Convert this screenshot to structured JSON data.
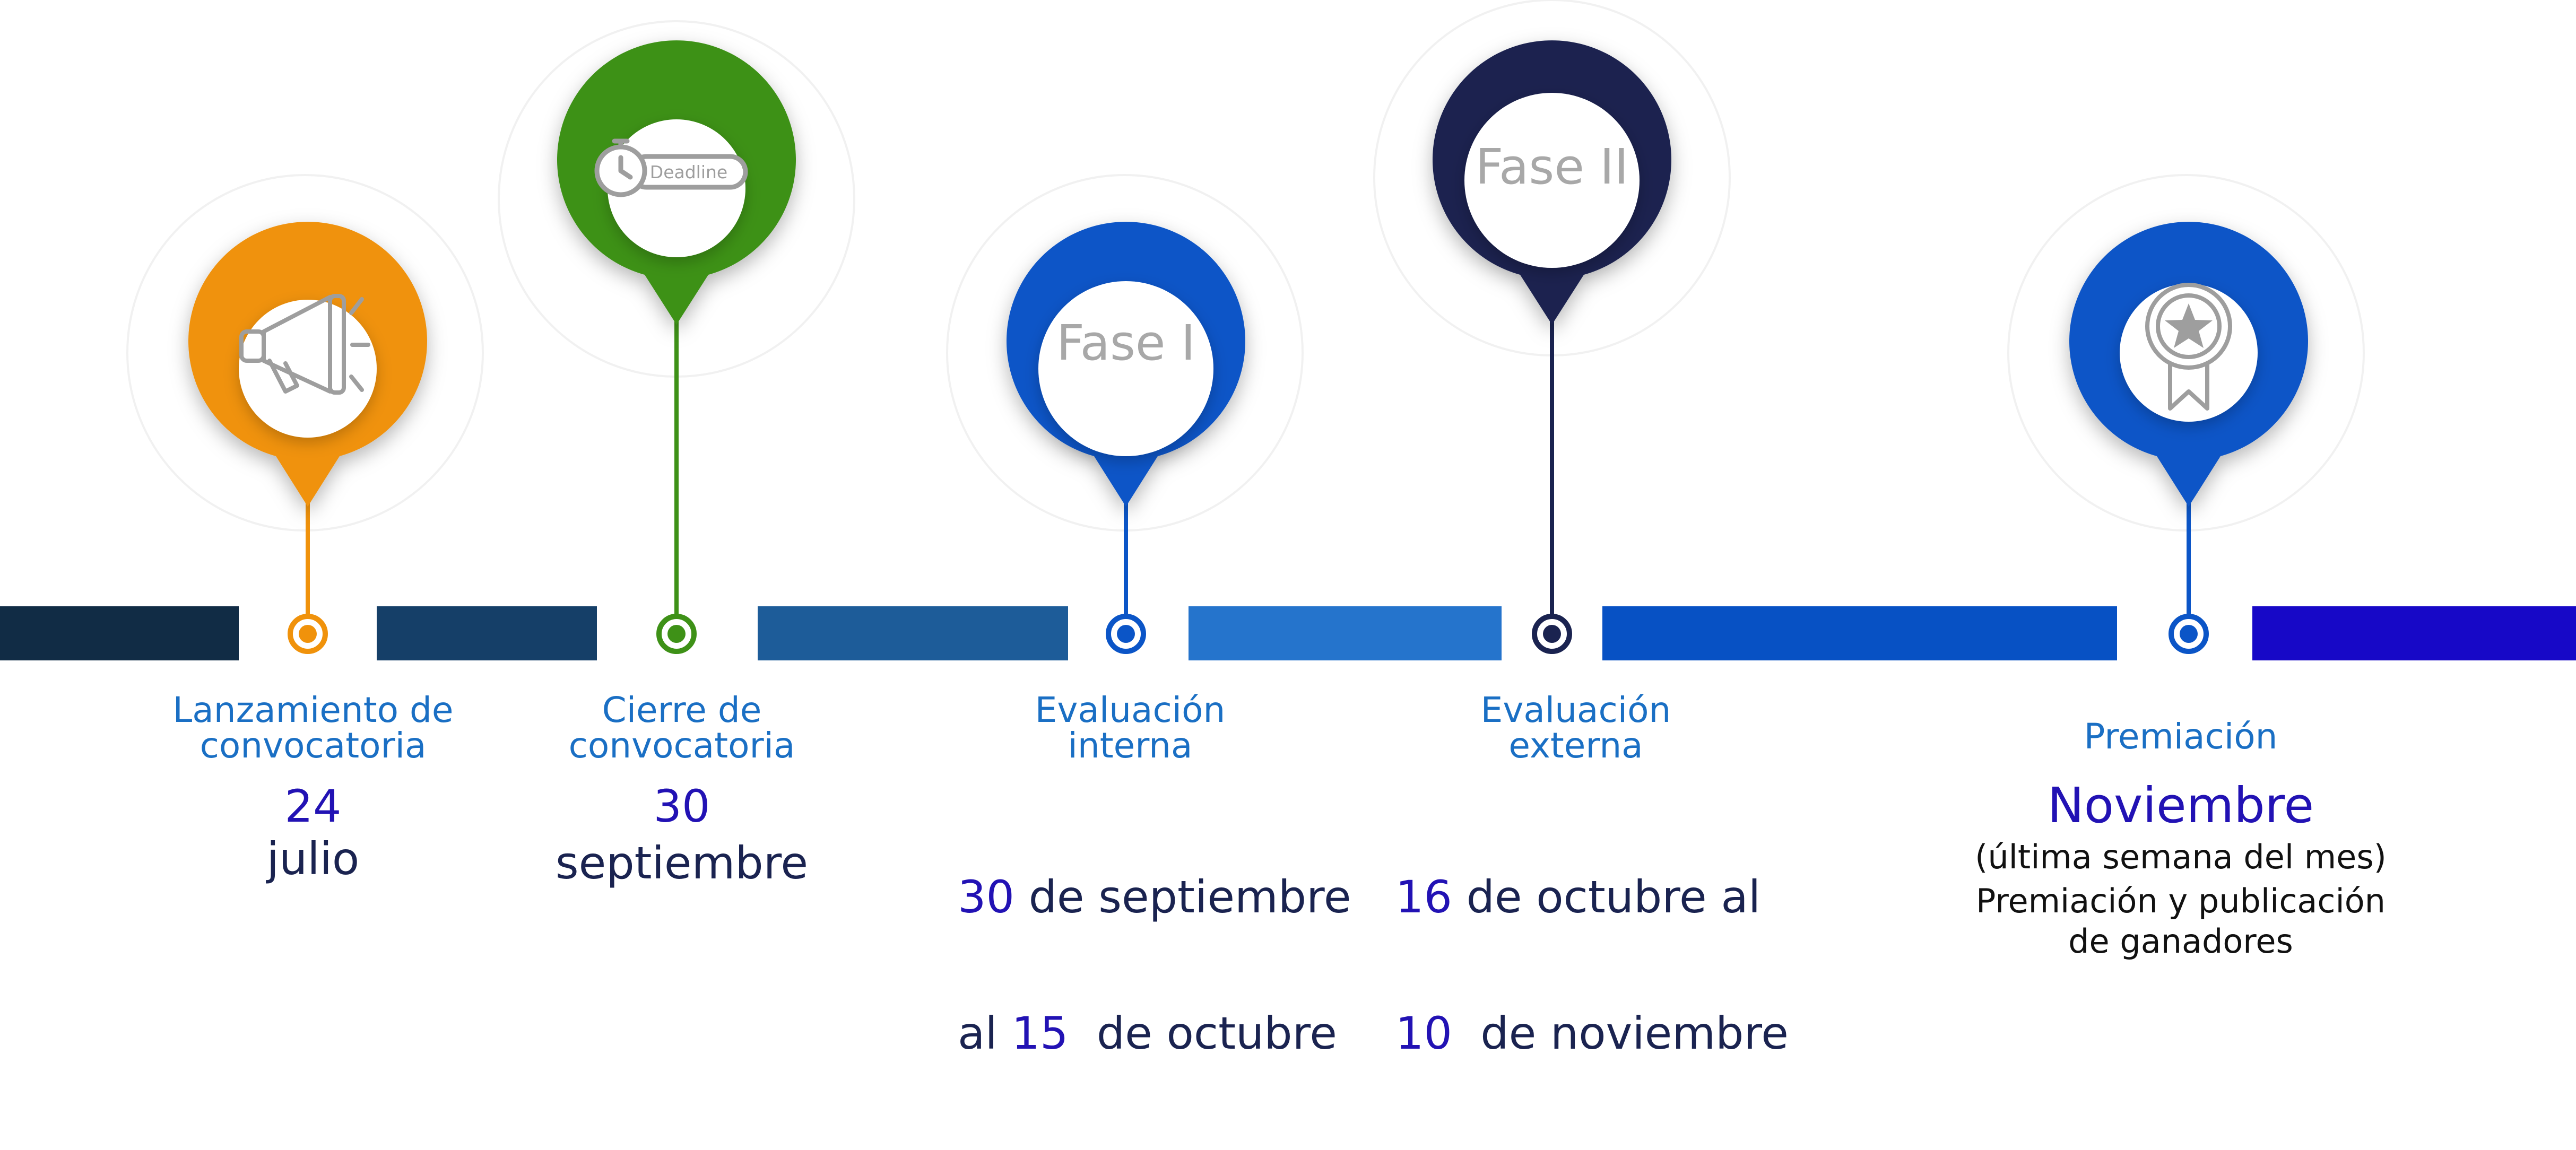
{
  "colors": {
    "orange": "#f0920b",
    "green": "#3e9117",
    "blue": "#0b55c7",
    "navy": "#1a2350",
    "title_text": "#1a6fc4",
    "date_number": "#2212b4",
    "bar_segments": [
      "#112c45",
      "#153f68",
      "#1d5c99",
      "#2574cc",
      "#0751c4",
      "#1708c7"
    ]
  },
  "pins": [
    {
      "icon": "megaphone-icon",
      "color": "orange"
    },
    {
      "icon": "stopwatch-icon",
      "text": "Deadline",
      "color": "green"
    },
    {
      "text": "Fase I",
      "color": "blue"
    },
    {
      "text": "Fase II",
      "color": "navy"
    },
    {
      "icon": "award-ribbon-icon",
      "color": "blue"
    }
  ],
  "events": [
    {
      "title_line1": "Lanzamiento de",
      "title_line2": "convocatoria",
      "date_number": "24",
      "date_line2": "julio"
    },
    {
      "title_line1": "Cierre de",
      "title_line2": "convocatoria",
      "date_number": "30",
      "date_line2": "septiembre"
    },
    {
      "title_line1": "Evaluación",
      "title_line2": "interna",
      "date_l1_num": "30",
      "date_l1_text": " de septiembre",
      "date_l2_pre": "al ",
      "date_l2_num": "15",
      "date_l2_text": "  de octubre"
    },
    {
      "title_line1": "Evaluación",
      "title_line2": "externa",
      "date_l1_num": "16",
      "date_l1_text": " de octubre al",
      "date_l2_num": "10",
      "date_l2_text": "  de noviembre"
    },
    {
      "title": "Premiación",
      "date": "Noviembre",
      "note": "(última semana del mes)",
      "desc_line1": "Premiación y publicación",
      "desc_line2": "de ganadores"
    }
  ]
}
